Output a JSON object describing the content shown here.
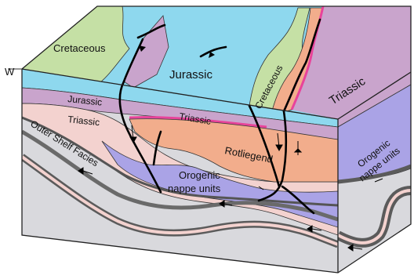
{
  "diagram": {
    "orientation_label": "W",
    "labels": {
      "cretaceous_top_left": "Cretaceous",
      "jurassic_top": "Jurassic",
      "cretaceous_top_right": "Cretaceous",
      "triassic_top_right": "Triassic",
      "jurassic_front": "Jurassic",
      "triassic_front_left": "Triassic",
      "triassic_front_center": "Triassic",
      "outer_shelf_facies": "Outer Shelf Facies",
      "rotliegend": "Rotliegend",
      "orogenic_nappe_line1": "Orogenic",
      "orogenic_nappe_line2": "nappe units",
      "orogenic_side_line1": "Orogenic",
      "orogenic_side_line2": "nappe units"
    },
    "colors": {
      "cretaceous": "#c5e0a5",
      "jurassic": "#8ed8ee",
      "triassic": "#c9a4cc",
      "rotliegend": "#f2ad8c",
      "magenta_band": "#e8439a",
      "nappe": "#aaa3e6",
      "outer_shelf": "#f3d2cf",
      "basement": "#d9d9dd",
      "dark_band": "#5b5b5b"
    }
  }
}
